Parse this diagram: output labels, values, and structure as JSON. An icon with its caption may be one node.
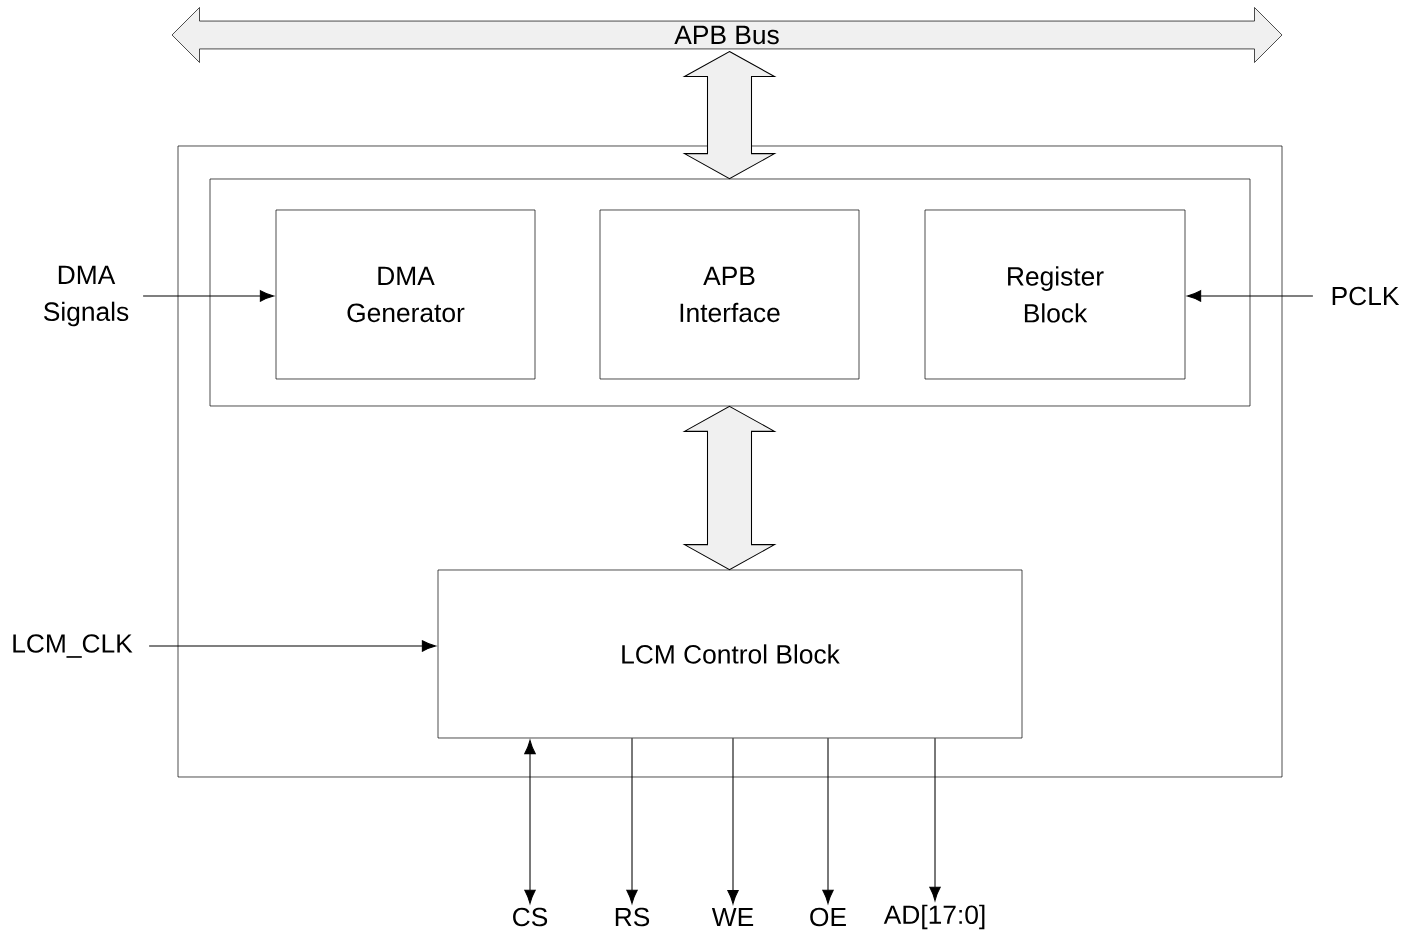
{
  "diagram": {
    "nodes": [
      {
        "text": [
          "APB Bus"
        ]
      },
      {
        "text": [],
        "shape": "box"
      },
      {
        "text": [],
        "shape": "box",
        "in": 1
      },
      {
        "text": [
          "DMA Generator"
        ],
        "in": 2
      },
      {
        "text": [
          "APB Interface"
        ],
        "in": 2
      },
      {
        "text": [
          "Register Block"
        ],
        "in": 2
      },
      {
        "text": [
          "LCM Control Block"
        ],
        "in": 1
      },
      {
        "text": [
          "DMA Signals"
        ]
      },
      {
        "text": [
          "PCLK"
        ]
      },
      {
        "text": [
          "LCM_CLK"
        ]
      },
      {
        "text": [
          "CS"
        ]
      },
      {
        "text": [
          "RS"
        ]
      },
      {
        "text": [
          "WE"
        ]
      },
      {
        "text": [
          "OE"
        ]
      },
      {
        "text": [
          "AD[17:0]"
        ]
      }
    ],
    "edges": [
      {
        "from": 0,
        "to": 2,
        "arrow": "both",
        "style": "thick"
      },
      {
        "from": 2,
        "to": 6,
        "arrow": "both",
        "style": "thick"
      },
      {
        "from": 7,
        "to": 3,
        "arrow": "to"
      },
      {
        "from": 8,
        "to": 5,
        "arrow": "to"
      },
      {
        "from": 9,
        "to": 6,
        "arrow": "to"
      },
      {
        "from": 6,
        "to": 10,
        "arrow": "both"
      },
      {
        "from": 6,
        "to": 11,
        "arrow": "to"
      },
      {
        "from": 6,
        "to": 12,
        "arrow": "to"
      },
      {
        "from": 6,
        "to": 13,
        "arrow": "to"
      },
      {
        "from": 6,
        "to": 14,
        "arrow": "to"
      }
    ]
  }
}
